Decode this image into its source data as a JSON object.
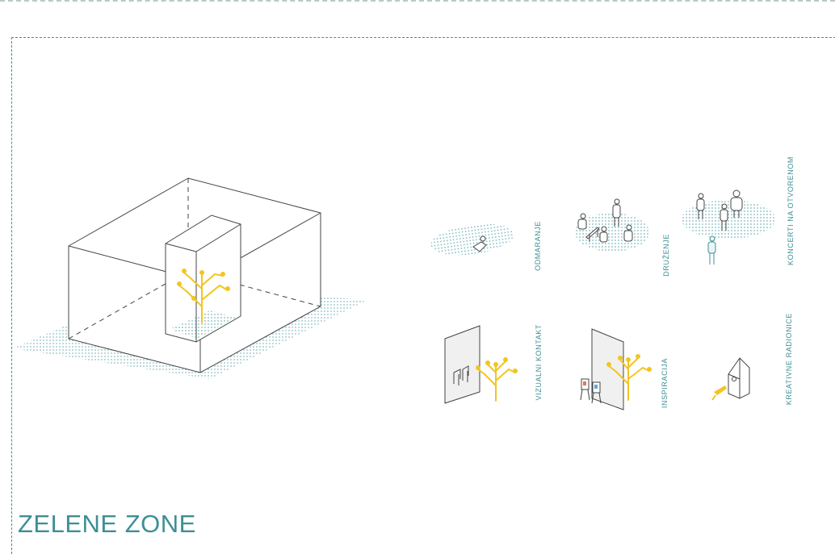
{
  "title": "ZELENE ZONE",
  "labels": {
    "odmaranje": "ODMARANJE",
    "druzenje": "DRUŽENJE",
    "koncerti": "KONCERTI NA OTVORENOM",
    "vizualni": "VIZUALNI KONTAKT",
    "inspiracija": "INSPIRACIJA",
    "kreativne": "KREATIVNE RADIONICE"
  },
  "colors": {
    "accent": "#3d8f94",
    "tree": "#f2c521",
    "line": "#444444",
    "dots": "#7fb9bc"
  }
}
